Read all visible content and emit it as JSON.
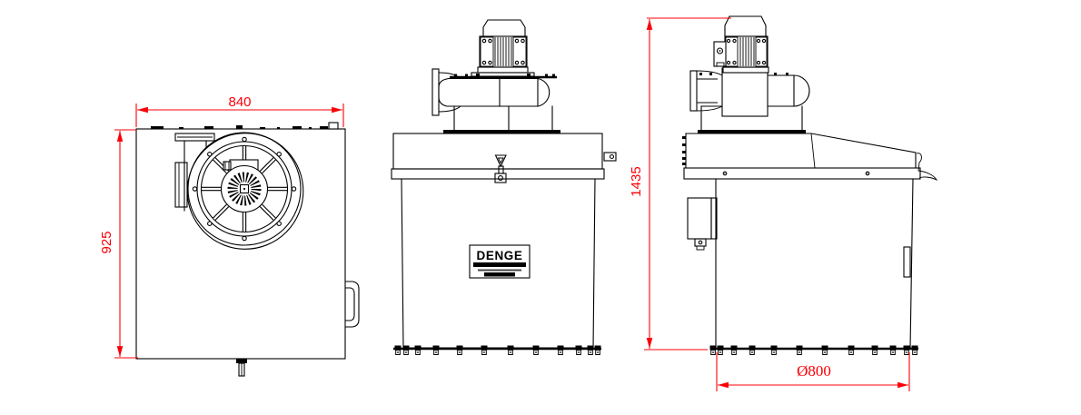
{
  "drawing": {
    "dimensions": {
      "front_width": "840",
      "front_height": "925",
      "side_height": "1435",
      "bag_diameter": "Ø800"
    },
    "logo": {
      "brand": "DENGE"
    },
    "colors": {
      "line": "#000000",
      "dimension_red": "#fb0007",
      "paper": "#ffffff"
    }
  }
}
